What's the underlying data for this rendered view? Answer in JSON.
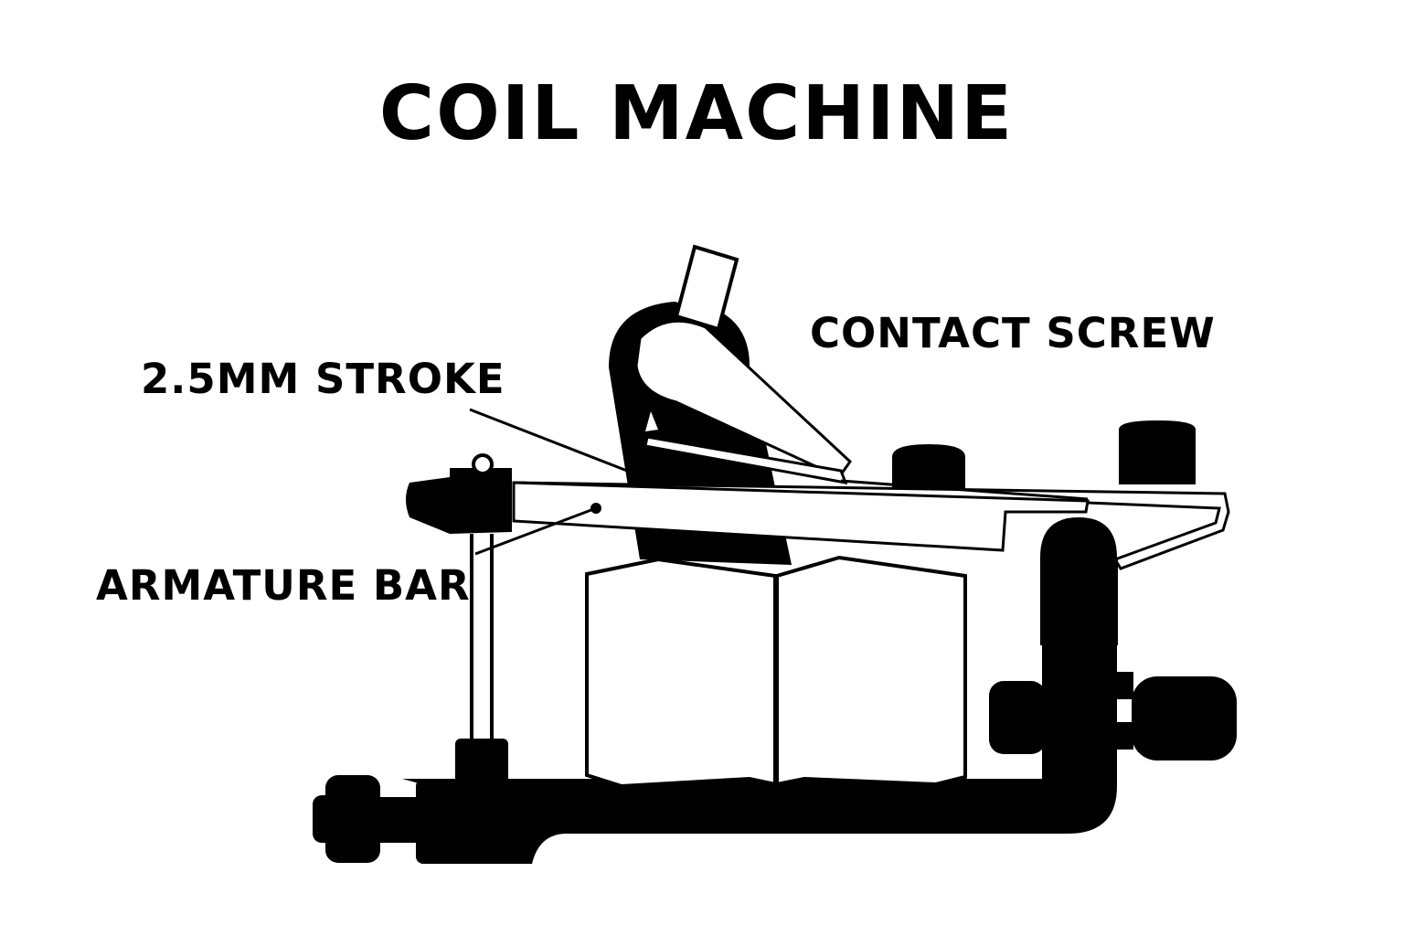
{
  "title": "COIL MACHINE",
  "labels": {
    "stroke": "2.5MM STROKE",
    "contact_screw": "CONTACT SCREW",
    "armature_bar": "ARMATURE BAR"
  },
  "colors": {
    "ink": "#000000",
    "paper": "#ffffff"
  }
}
